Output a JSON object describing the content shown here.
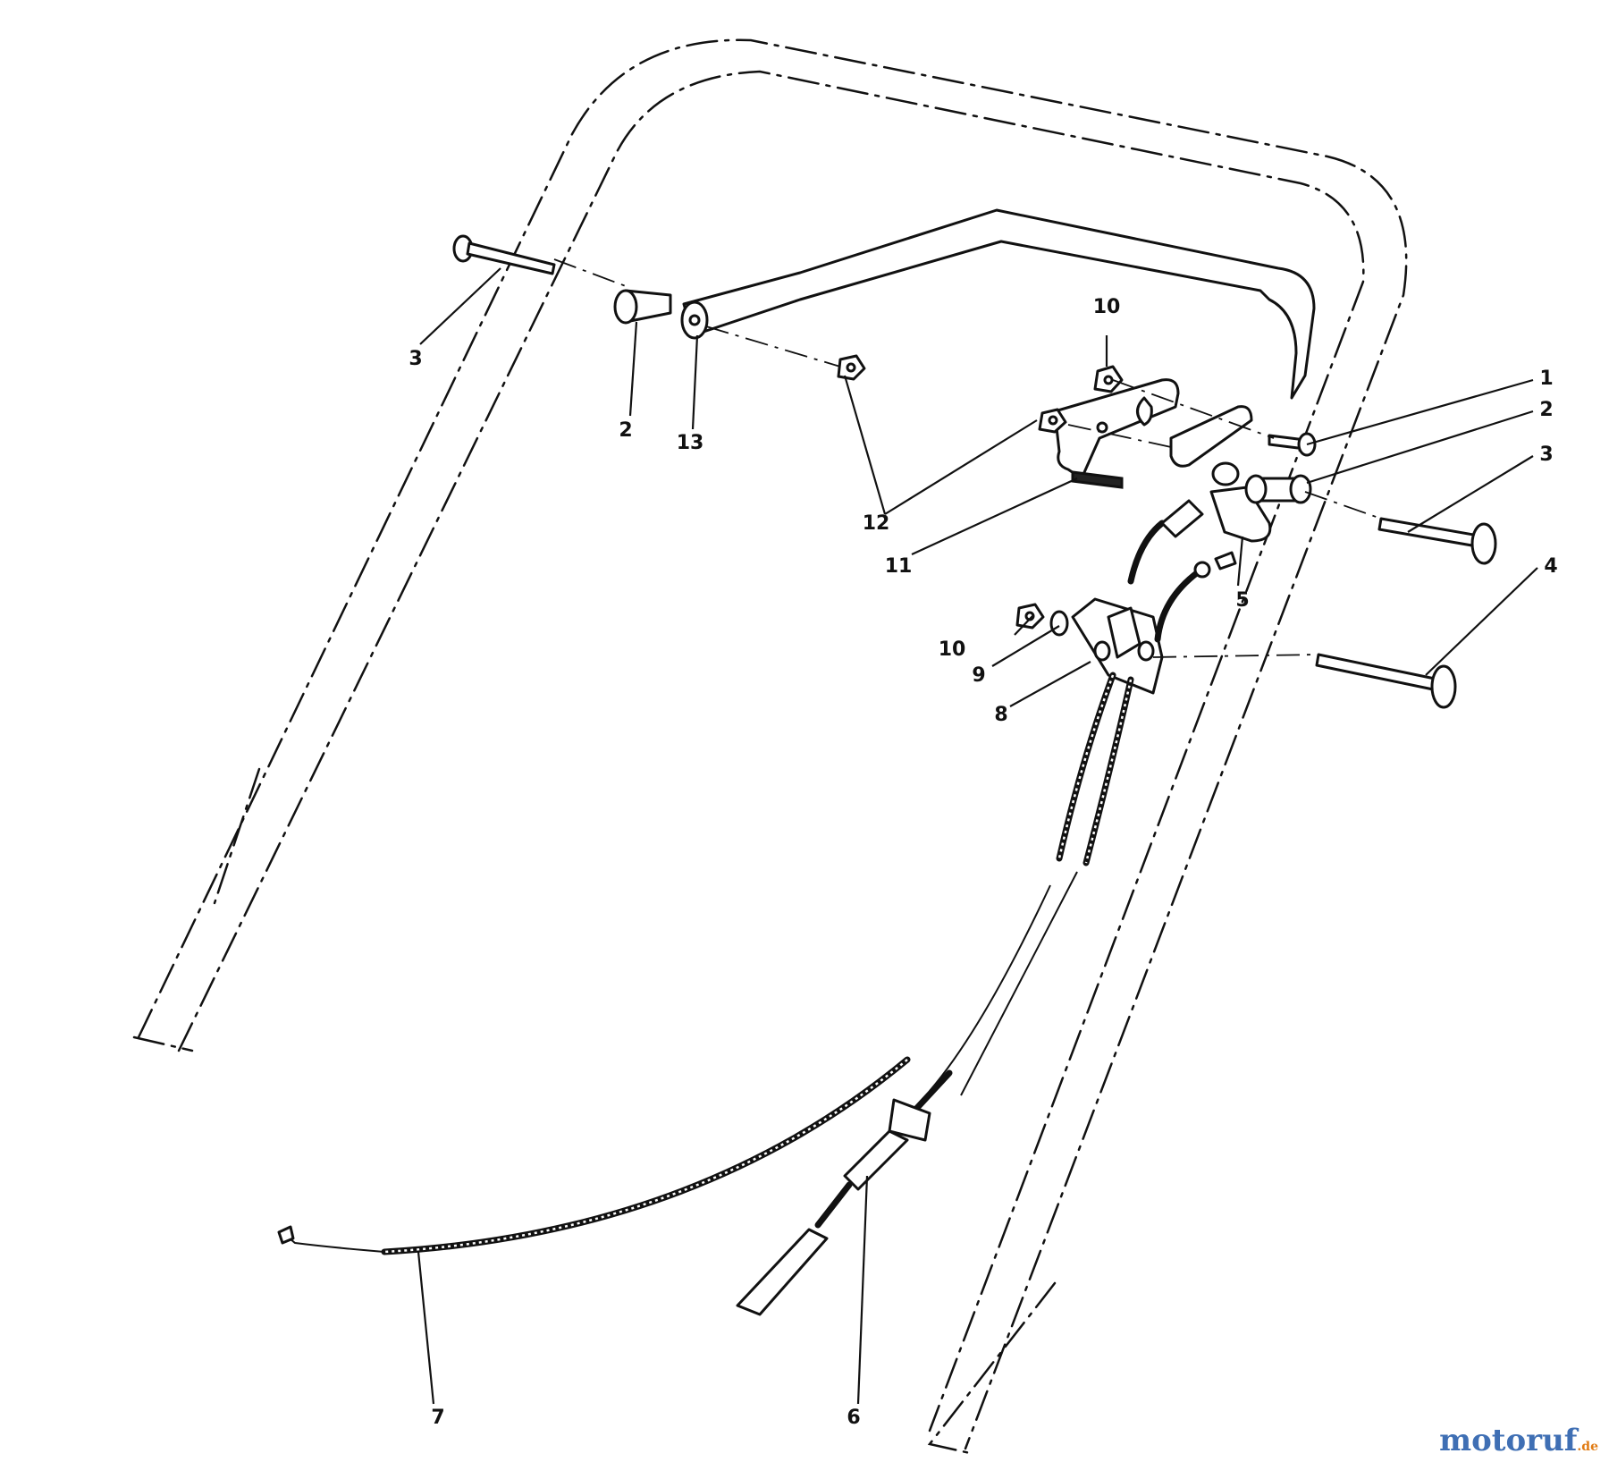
{
  "diagram": {
    "callouts": [
      "1",
      "2",
      "3",
      "2",
      "3",
      "4",
      "5",
      "6",
      "7",
      "8",
      "9",
      "10",
      "10",
      "11",
      "12",
      "13"
    ]
  },
  "watermark": {
    "text": "motoruf",
    "suffix": ".de"
  }
}
